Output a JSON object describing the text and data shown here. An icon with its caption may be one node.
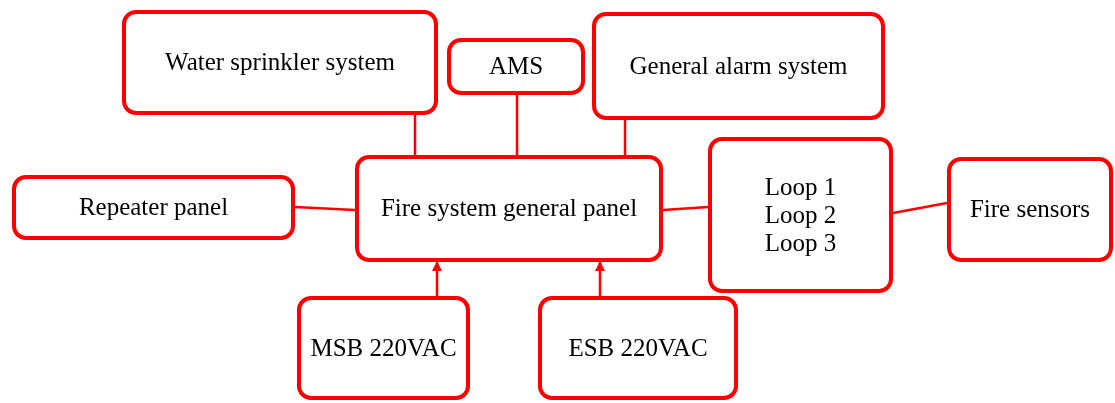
{
  "diagram": {
    "nodes": [
      {
        "text": [
          "Water sprinkler system"
        ]
      },
      {
        "text": [
          "AMS"
        ]
      },
      {
        "text": [
          "General alarm system"
        ]
      },
      {
        "text": [
          "Repeater panel"
        ]
      },
      {
        "text": [
          "Fire system general panel"
        ]
      },
      {
        "text": [
          "Loop 1",
          "Loop 2",
          "Loop 3"
        ]
      },
      {
        "text": [
          "Fire sensors"
        ]
      },
      {
        "text": [
          "MSB 220VAC"
        ]
      },
      {
        "text": [
          "ESB 220VAC"
        ]
      }
    ],
    "edges": [
      {
        "from": 0,
        "to": 4,
        "arrow": "none"
      },
      {
        "from": 1,
        "to": 4,
        "arrow": "none"
      },
      {
        "from": 2,
        "to": 4,
        "arrow": "none"
      },
      {
        "from": 3,
        "to": 4,
        "arrow": "none"
      },
      {
        "from": 4,
        "to": 5,
        "arrow": "none"
      },
      {
        "from": 5,
        "to": 6,
        "arrow": "none"
      },
      {
        "from": 7,
        "to": 4,
        "arrow": "to"
      },
      {
        "from": 8,
        "to": 4,
        "arrow": "to"
      }
    ]
  }
}
